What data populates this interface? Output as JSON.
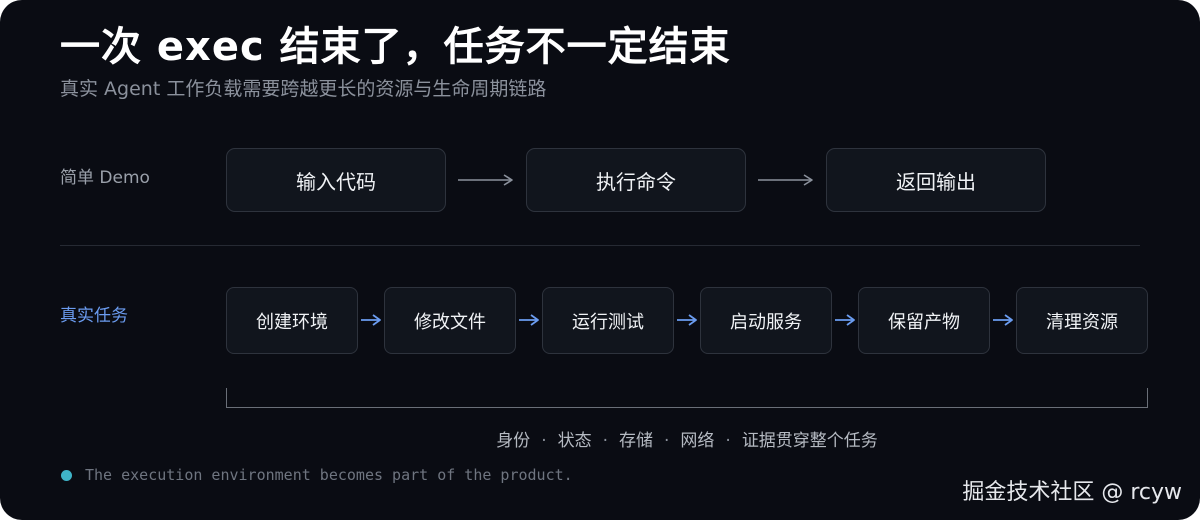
{
  "title": "一次 exec 结束了，任务不一定结束",
  "subtitle": "真实 Agent 工作负载需要跨越更长的资源与生命周期链路",
  "demo_row": {
    "label": "简单 Demo",
    "steps": [
      "输入代码",
      "执行命令",
      "返回输出"
    ]
  },
  "real_row": {
    "label": "真实任务",
    "steps": [
      "创建环境",
      "修改文件",
      "运行测试",
      "启动服务",
      "保留产物",
      "清理资源"
    ]
  },
  "span_caption": {
    "items": [
      "身份",
      "状态",
      "存储",
      "网络",
      "证据贯穿整个任务"
    ],
    "separator": "·"
  },
  "note": "The execution environment becomes part of the product.",
  "watermark": "掘金技术社区 @ rcyw",
  "colors": {
    "background": "#0a0c13",
    "box_fill": "#11151d",
    "box_border": "#2e333d",
    "real_label": "#6b9cf0",
    "blue_arrow": "#6b9cf0",
    "gray_arrow": "#8b919c",
    "note_dot": "#3fb4c8"
  }
}
